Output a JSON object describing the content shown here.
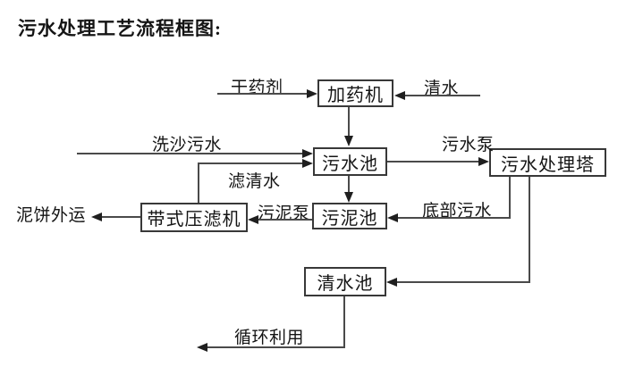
{
  "page": {
    "title": "污水处理工艺流程框图:"
  },
  "colors": {
    "background": "#ffffff",
    "line": "#4a4a4a",
    "box_border": "#383838",
    "arrowhead": "#1f1f1f",
    "text": "#141414"
  },
  "diagram": {
    "type": "flowchart",
    "nodes": [
      {
        "id": "dosing-machine",
        "label": "加药机"
      },
      {
        "id": "sewage-pool",
        "label": "污水池"
      },
      {
        "id": "sewage-treatment-tower",
        "label": "污水处理塔"
      },
      {
        "id": "belt-filter-press",
        "label": "带式压滤机"
      },
      {
        "id": "sludge-pool",
        "label": "污泥池"
      },
      {
        "id": "clean-water-pool",
        "label": "清水池"
      }
    ],
    "flow_labels": [
      {
        "id": "dry-agent",
        "label": "干药剂"
      },
      {
        "id": "clean-water",
        "label": "清水"
      },
      {
        "id": "sand-washing-sewage",
        "label": "洗沙污水"
      },
      {
        "id": "sewage-pump",
        "label": "污水泵"
      },
      {
        "id": "filtered-water",
        "label": "滤清水"
      },
      {
        "id": "mud-cake-outbound",
        "label": "泥饼外运"
      },
      {
        "id": "sludge-pump",
        "label": "污泥泵"
      },
      {
        "id": "bottom-sewage",
        "label": "底部污水"
      },
      {
        "id": "recycling",
        "label": "循环利用"
      }
    ],
    "edges": [
      {
        "from": "dry-agent-source",
        "to": "dosing-machine",
        "label": "干药剂"
      },
      {
        "from": "clean-water-source",
        "to": "dosing-machine",
        "label": "清水"
      },
      {
        "from": "dosing-machine",
        "to": "sewage-pool",
        "label": ""
      },
      {
        "from": "sand-washing-source",
        "to": "sewage-pool",
        "label": "洗沙污水"
      },
      {
        "from": "belt-filter-press",
        "to": "sewage-pool",
        "label": "滤清水"
      },
      {
        "from": "sewage-pool",
        "to": "sewage-treatment-tower",
        "label": "污水泵"
      },
      {
        "from": "sewage-pool",
        "to": "sludge-pool",
        "label": ""
      },
      {
        "from": "sewage-treatment-tower",
        "to": "sludge-pool",
        "label": "底部污水"
      },
      {
        "from": "sludge-pool",
        "to": "belt-filter-press",
        "label": "污泥泵"
      },
      {
        "from": "belt-filter-press",
        "to": "mud-cake-outbound",
        "label": "泥饼外运"
      },
      {
        "from": "sewage-treatment-tower",
        "to": "clean-water-pool",
        "label": ""
      },
      {
        "from": "clean-water-pool",
        "to": "recycling",
        "label": "循环利用"
      }
    ]
  }
}
